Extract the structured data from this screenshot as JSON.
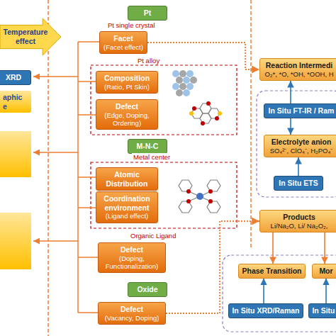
{
  "diagram": {
    "nodes": [
      {
        "text": [
          "Temperature effect"
        ]
      },
      {
        "text": [
          "XRD"
        ]
      },
      {
        "text": [
          "aphic e"
        ]
      },
      {
        "text": [
          "Pt"
        ]
      },
      {
        "text": [
          "Facet",
          "(Facet effect)"
        ]
      },
      {
        "text": [
          "Composition",
          "(Ratio, Pt Skin)"
        ]
      },
      {
        "text": [
          "Defect",
          "(Edge, Doping, Ordering)"
        ]
      },
      {
        "text": [
          "M-N-C"
        ]
      },
      {
        "text": [
          "Atomic Distribution"
        ]
      },
      {
        "text": [
          "Coordination environment",
          "(Ligand effect)"
        ]
      },
      {
        "text": [
          "Defect",
          "(Doping, Functionalization)"
        ]
      },
      {
        "text": [
          "Oxide"
        ]
      },
      {
        "text": [
          "Defect",
          "(Vacancy, Doping)"
        ]
      },
      {
        "text": [
          "Reaction Intermedi",
          "O₂*, *O, *OH, *OOH, H"
        ]
      },
      {
        "text": [
          "In Situ FT-IR / Ram"
        ]
      },
      {
        "text": [
          "Electrolyte anion",
          "SO₄²⁻, ClO₄⁻, H₂PO₄⁻"
        ]
      },
      {
        "text": [
          "In Situ ETS"
        ]
      },
      {
        "text": [
          "Products",
          "Li/Na₂O, Li/ Na₂O₂,"
        ]
      },
      {
        "text": [
          "Phase Transition"
        ]
      },
      {
        "text": [
          "Mor"
        ]
      },
      {
        "text": [
          "In Situ XRD/Raman"
        ]
      },
      {
        "text": [
          "In Situ"
        ]
      }
    ],
    "edges": [
      {
        "from": 14,
        "to": 13,
        "arrow": "to"
      },
      {
        "from": 14,
        "to": 15,
        "arrow": "to"
      },
      {
        "from": 16,
        "to": 15,
        "arrow": "to"
      },
      {
        "from": 17,
        "to": 18,
        "arrow": "to"
      },
      {
        "from": 17,
        "to": 19,
        "arrow": "to"
      },
      {
        "from": 20,
        "to": 18,
        "arrow": "to"
      },
      {
        "from": 21,
        "to": 19,
        "arrow": "to"
      },
      {
        "from": 4,
        "to": 13,
        "arrow": "to"
      },
      {
        "from": 12,
        "to": 17,
        "arrow": "to"
      }
    ],
    "labels": [
      "Pt single crystal",
      "Pt alloy",
      "Metal center",
      "Organic Ligand"
    ]
  }
}
